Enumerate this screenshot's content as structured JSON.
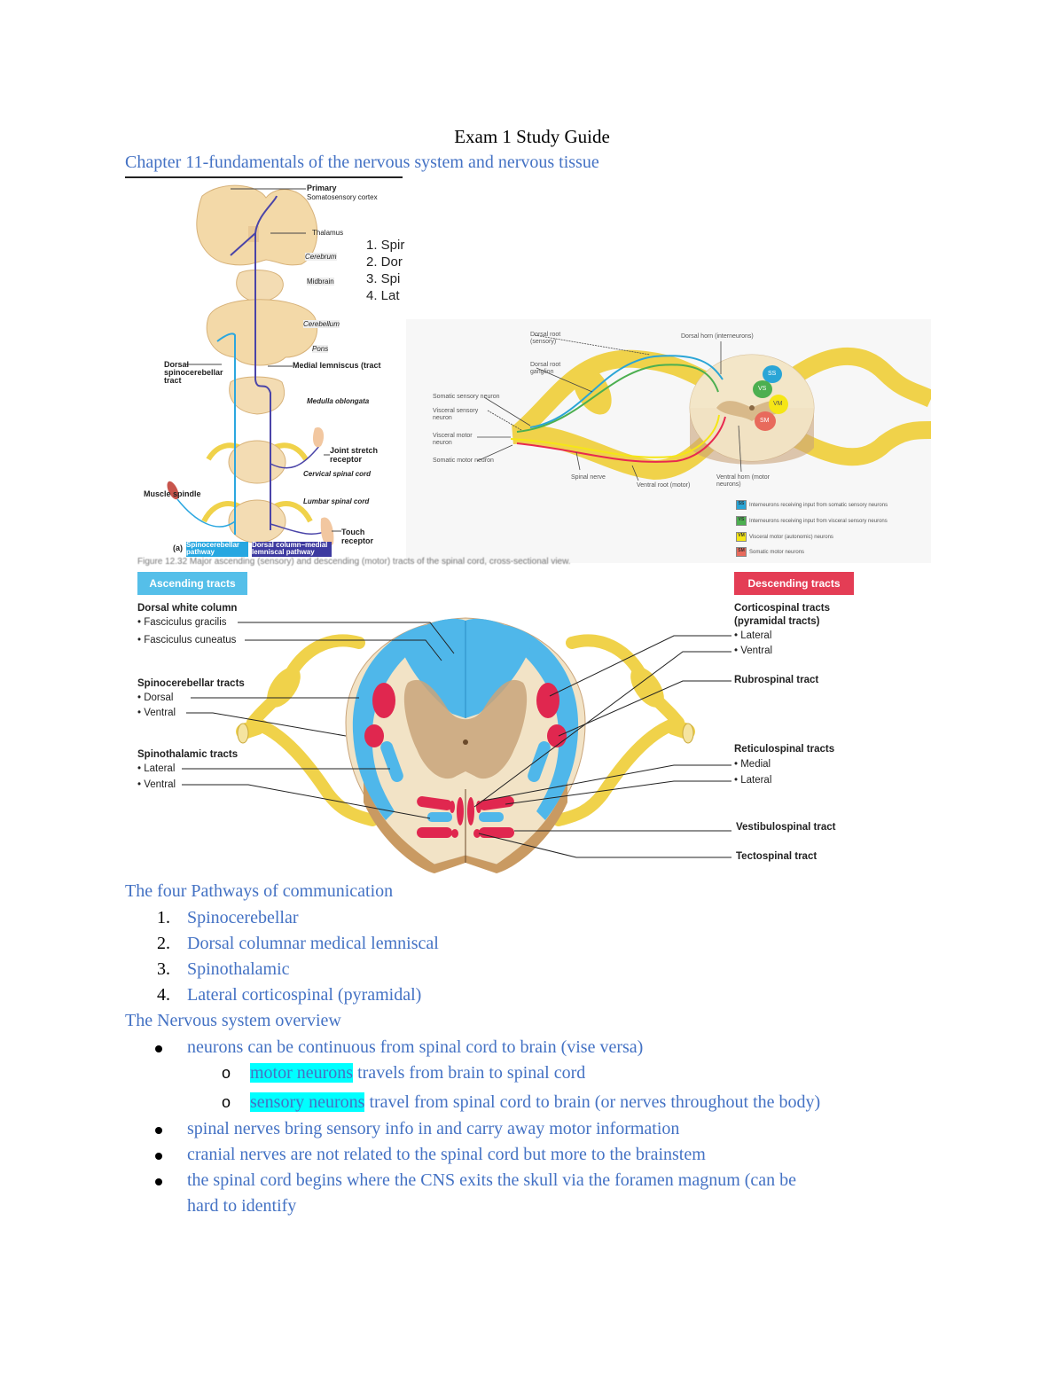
{
  "document": {
    "title": "Exam 1 Study Guide",
    "chapter_heading": "Chapter 11-fundamentals of the nervous system and nervous tissue"
  },
  "figure_ascending": {
    "labels": {
      "primary": "Primary",
      "somatosensory_cortex": "Somatosensory cortex",
      "thalamus": "Thalamus",
      "cerebrum": "Cerebrum",
      "midbrain": "Midbrain",
      "cerebellum": "Cerebellum",
      "pons": "Pons",
      "dorsal_spinocerebellar_tract": "Dorsal spinocerebellar tract",
      "medial_lemniscus": "Medial lemniscus (tract",
      "medulla_oblongata": "Medulla oblongata",
      "joint_stretch_receptor": "Joint stretch receptor",
      "cervical_spinal_cord": "Cervical spinal cord",
      "muscle_spindle": "Muscle spindle",
      "lumbar_spinal_cord": "Lumbar spinal cord",
      "touch_receptor": "Touch receptor",
      "panel_letter": "(a)",
      "spinocerebellar_pathway": "Spinocerebellar pathway",
      "dorsal_column_pathway": "Dorsal column–medial lemniscal pathway"
    },
    "overlay_list": [
      "1. Spir",
      "2. Dor",
      "3. Spi",
      "4. Lat"
    ],
    "caption_fragment": "Figure 12.32 Major ascending (sensory) and descending (motor) tracts of the spinal cord, cross-sectional view."
  },
  "figure_spinal_nerve": {
    "labels": {
      "dorsal_root": "Dorsal root (sensory)",
      "dorsal_root_ganglion": "Dorsal root ganglion",
      "somatic_sensory_neuron": "Somatic sensory neuron",
      "visceral_sensory_neuron": "Visceral sensory neuron",
      "visceral_motor_neuron": "Visceral motor neuron",
      "somatic_motor_neuron": "Somatic motor neuron",
      "spinal_nerve": "Spinal nerve",
      "ventral_root": "Ventral root (motor)",
      "dorsal_horn": "Dorsal horn (interneurons)",
      "ventral_horn": "Ventral horn (motor neurons)"
    },
    "regions": [
      {
        "abbr": "SS",
        "color": "#2aa5d6"
      },
      {
        "abbr": "VS",
        "color": "#4caf50"
      },
      {
        "abbr": "VM",
        "color": "#f5e616"
      },
      {
        "abbr": "SM",
        "color": "#e86a5c"
      }
    ],
    "legend": [
      {
        "abbr": "SS",
        "text": "Interneurons receiving input from somatic sensory neurons",
        "color": "#2aa5d6"
      },
      {
        "abbr": "VS",
        "text": "Interneurons receiving input from visceral sensory neurons",
        "color": "#4caf50"
      },
      {
        "abbr": "VM",
        "text": "Visceral motor (autonomic) neurons",
        "color": "#f5e616"
      },
      {
        "abbr": "SM",
        "text": "Somatic motor neurons",
        "color": "#e86a5c"
      }
    ]
  },
  "figure_cross_section": {
    "ascending_tag": "Ascending tracts",
    "descending_tag": "Descending tracts",
    "left_labels": {
      "dorsal_white_column": "Dorsal white column",
      "fasciculus_gracilis": "• Fasciculus gracilis",
      "fasciculus_cuneatus": "• Fasciculus cuneatus",
      "spinocerebellar_tracts": "Spinocerebellar tracts",
      "sc_dorsal": "• Dorsal",
      "sc_ventral": "• Ventral",
      "spinothalamic_tracts": "Spinothalamic tracts",
      "st_lateral": "• Lateral",
      "st_ventral": "• Ventral"
    },
    "right_labels": {
      "corticospinal_tracts": "Corticospinal tracts",
      "pyramidal_tracts": "(pyramidal tracts)",
      "cs_lateral": "• Lateral",
      "cs_ventral": "• Ventral",
      "rubrospinal": "Rubrospinal tract",
      "reticulospinal_tracts": "Reticulospinal tracts",
      "rs_medial": "• Medial",
      "rs_lateral": "• Lateral",
      "vestibulospinal": "Vestibulospinal tract",
      "tectospinal": "Tectospinal tract"
    },
    "colors": {
      "ascending": "#4fb7ea",
      "descending": "#e0274f",
      "white_matter": "#f2e3c6",
      "gray_matter": "#c9a47a",
      "nerve": "#f0d24a"
    }
  },
  "pathways_section": {
    "heading": "The four Pathways of communication",
    "items": [
      {
        "num": "1.",
        "text": "Spinocerebellar"
      },
      {
        "num": "2.",
        "text": "Dorsal columnar medical lemniscal"
      },
      {
        "num": "3.",
        "text": "Spinothalamic"
      },
      {
        "num": "4.",
        "text": "Lateral corticospinal (pyramidal)"
      }
    ]
  },
  "overview_section": {
    "heading": "The Nervous system overview",
    "bullet1": "neurons can be continuous from spinal cord to brain (vise versa)",
    "sub1_highlight": "motor neurons",
    "sub1_rest": " travels from brain to spinal cord",
    "sub2_highlight": "sensory neurons",
    "sub2_rest": " travel from spinal cord to brain (or nerves throughout the body)",
    "sub_marker": "o",
    "bullet2": "spinal nerves bring sensory info in and carry away motor information",
    "bullet3": "cranial nerves are not related to the spinal cord but more to the brainstem",
    "bullet4_line1": "the spinal cord begins where the CNS exits the skull via the foramen magnum (can be",
    "bullet4_line2": "hard to identify",
    "highlight_color": "#00ffff"
  }
}
